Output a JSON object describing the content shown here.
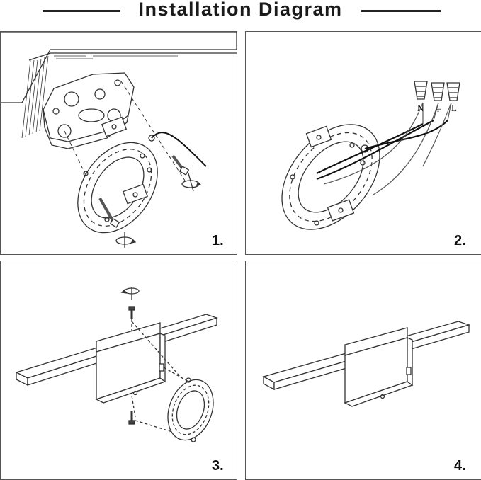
{
  "title": "Installation Diagram",
  "steps": [
    {
      "number": "1."
    },
    {
      "number": "2."
    },
    {
      "number": "3."
    },
    {
      "number": "4."
    }
  ],
  "wire_labels": {
    "neutral": "N",
    "ground": "⏚",
    "live": "L"
  },
  "colors": {
    "line": "#333333",
    "wire": "#111111",
    "border": "#555555"
  }
}
